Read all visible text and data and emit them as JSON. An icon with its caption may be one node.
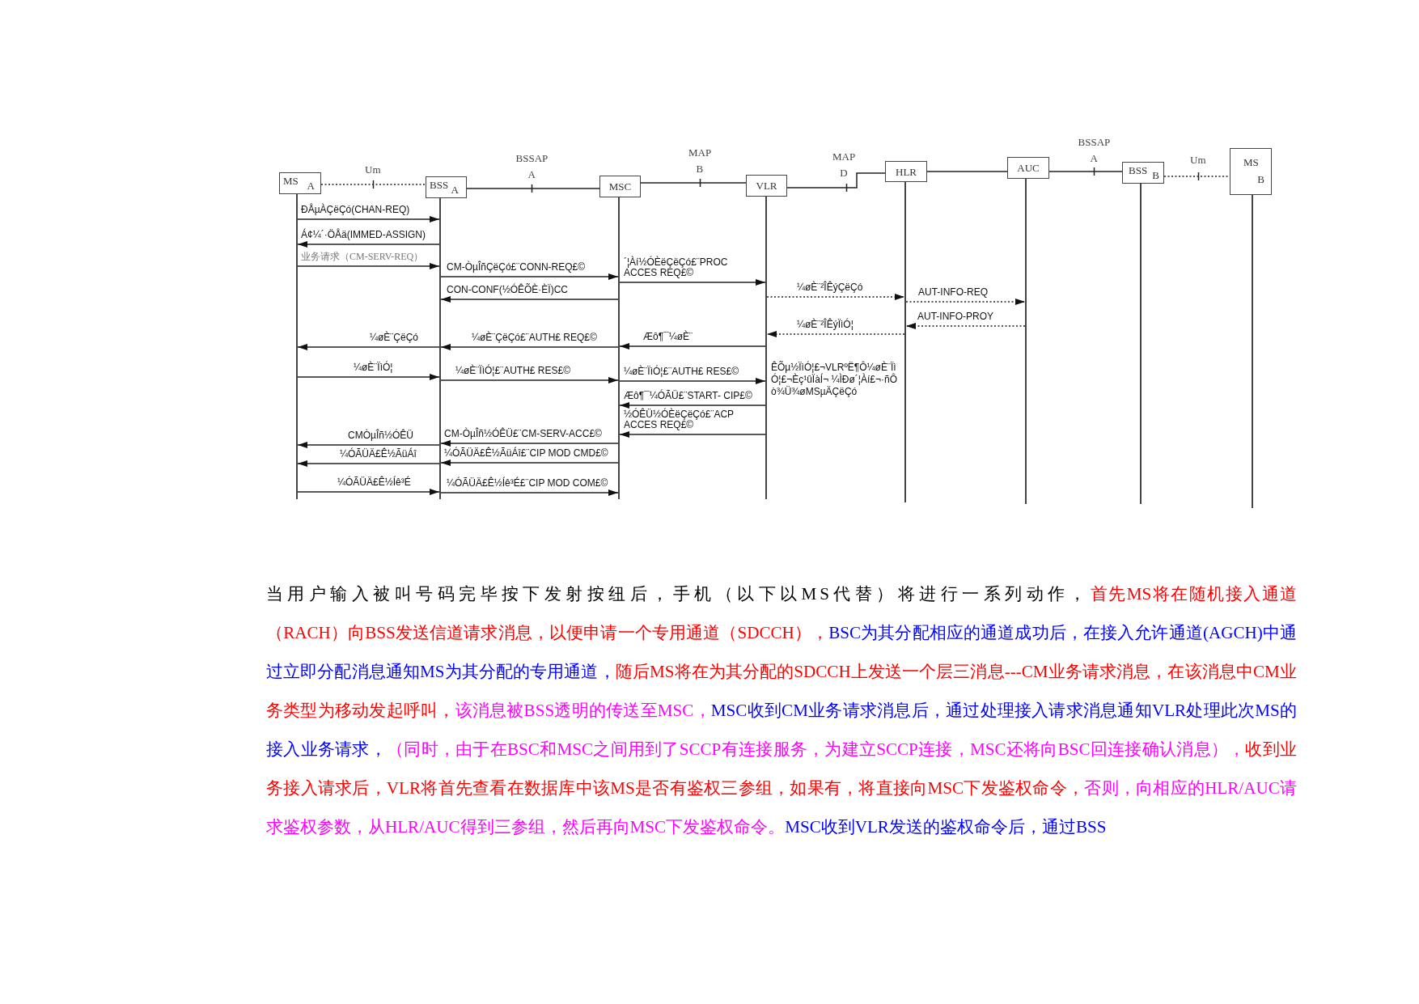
{
  "diagram": {
    "nodes": [
      {
        "text": [
          "MS",
          "A"
        ]
      },
      {
        "text": [
          "BSS",
          "A"
        ]
      },
      {
        "text": [
          "MSC"
        ]
      },
      {
        "text": [
          "VLR"
        ]
      },
      {
        "text": [
          "HLR"
        ]
      },
      {
        "text": [
          "AUC"
        ]
      },
      {
        "text": [
          "BSS",
          "B"
        ]
      },
      {
        "text": [
          "MS",
          "B"
        ]
      },
      {
        "text": [],
        "shape": "line"
      },
      {
        "text": [],
        "shape": "line"
      },
      {
        "text": [],
        "shape": "line"
      },
      {
        "text": [],
        "shape": "line"
      },
      {
        "text": [],
        "shape": "line"
      },
      {
        "text": [],
        "shape": "line"
      },
      {
        "text": [],
        "shape": "line"
      },
      {
        "text": [],
        "shape": "line"
      }
    ],
    "edges": [
      {
        "from": 0,
        "to": 1,
        "arrow": "none",
        "label": "Um",
        "style": "dashed"
      },
      {
        "from": 1,
        "to": 2,
        "arrow": "none",
        "label": "BSSAP A"
      },
      {
        "from": 2,
        "to": 3,
        "arrow": "none",
        "label": "MAP B"
      },
      {
        "from": 3,
        "to": 4,
        "arrow": "none",
        "label": "MAP D"
      },
      {
        "from": 4,
        "to": 5,
        "arrow": "none"
      },
      {
        "from": 5,
        "to": 6,
        "arrow": "none",
        "label": "BSSAP A"
      },
      {
        "from": 6,
        "to": 7,
        "arrow": "none",
        "label": "Um",
        "style": "dashed"
      },
      {
        "from": 8,
        "to": 9,
        "arrow": "to",
        "label": "ÐÅµÀÇëÇó(CHAN-REQ)"
      },
      {
        "from": 9,
        "to": 8,
        "arrow": "to",
        "label": "Á¢¼´·ÖÅä(IMMED-ASSIGN)"
      },
      {
        "from": 8,
        "to": 9,
        "arrow": "to",
        "label": "业务请求（CM-SERV-REQ）"
      },
      {
        "from": 9,
        "to": 10,
        "arrow": "to",
        "label": "CM-ÒµÎñÇëÇó£¨CONN-REQ£©"
      },
      {
        "from": 10,
        "to": 11,
        "arrow": "to",
        "label": "´¦Àí½ÓÈëÇëÇó£¨PROC ACCES REQ£©"
      },
      {
        "from": 11,
        "to": 12,
        "arrow": "to",
        "label": "¼øÈ¨²ÎÊýÇëÇó",
        "style": "dashed"
      },
      {
        "from": 10,
        "to": 9,
        "arrow": "to",
        "label": "CON-CONF(½ÓÊÕÈ·ÈÏ)CC"
      },
      {
        "from": 12,
        "to": 13,
        "arrow": "to",
        "label": "AUT-INFO-REQ",
        "style": "dashed"
      },
      {
        "from": 13,
        "to": 12,
        "arrow": "to",
        "label": "AUT-INFO-PROY",
        "style": "dashed"
      },
      {
        "from": 12,
        "to": 11,
        "arrow": "to",
        "label": "¼øÈ¨²ÎÊýÏìÓ¦",
        "style": "dashed"
      },
      {
        "from": 11,
        "to": 10,
        "arrow": "to",
        "label": "Æô¶¯¼øÈ¨"
      },
      {
        "from": 10,
        "to": 9,
        "arrow": "to",
        "label": "¼øÈ¨ÇëÇó£¨AUTH£ REQ£©"
      },
      {
        "from": 9,
        "to": 8,
        "arrow": "to",
        "label": "¼øÈ¨ÇëÇó"
      },
      {
        "from": 8,
        "to": 9,
        "arrow": "to",
        "label": "¼øÈ¨ÏìÓ¦"
      },
      {
        "from": 9,
        "to": 10,
        "arrow": "to",
        "label": "¼øÈ¨ÏìÓ¦£¨AUTH£ RES£©"
      },
      {
        "from": 10,
        "to": 11,
        "arrow": "to",
        "label": "¼øÈ¨ÏìÓ¦£¨AUTH£ RES£©"
      },
      {
        "from": 11,
        "to": 10,
        "arrow": "to",
        "label": "Æô¶¯¼ÓÃÜ£¨START- CIP£©"
      },
      {
        "from": 11,
        "to": 10,
        "arrow": "to",
        "label": "½ÓÊÜ½ÓÈëÇëÇó£¨ACP ACCES REQ£©"
      },
      {
        "from": 10,
        "to": 9,
        "arrow": "to",
        "label": "CM-ÒµÎñ½ÓÊÜ£¨CM-SERV-ACC£©"
      },
      {
        "from": 9,
        "to": 8,
        "arrow": "to",
        "label": "CMÒµÎñ½ÓÊÜ"
      },
      {
        "from": 10,
        "to": 9,
        "arrow": "to",
        "label": "¼ÓÃÜÄ£Ê½ÃüÁî£¨CIP MOD CMD£©"
      },
      {
        "from": 9,
        "to": 8,
        "arrow": "to",
        "label": "¼ÓÃÜÄ£Ê½ÃüÁî"
      },
      {
        "from": 8,
        "to": 9,
        "arrow": "to",
        "label": "¼ÓÃÜÄ£Ê½Íê³É"
      },
      {
        "from": 9,
        "to": 10,
        "arrow": "to",
        "label": "¼ÓÃÜÄ£Ê½Íê³É£¨CIP MOD COM£©"
      }
    ],
    "labels": [
      "ÊÕµ½ÏìÓ¦£¬VLRºË¶Ô¼øÈ¨ÏìÓ¦£¬Èç¹ûÏàÍ¬ ¼ÌÐø´¦Àí£¬·ñÔò¾Ü¾øMSµÄÇëÇó",
      "当用户输入被叫号码完毕按下发射按纽后，手机（以下以MS代替）将进行一系列动作，",
      "首先MS将在随机接入通道（RACH）向BSS发送信道请求消息，以便申请一个专用通道（SDCCH），",
      "BSC为其分配相应的通道成功后，在接入允许通道(AGCH)中通过立即分配消息通知MS为其分配的专用通道，",
      "随后MS将在为其分配的SDCCH上发送一个层三消息---CM业务请求消息，在该消息中CM业务类型为移动发起呼叫，",
      "该消息被BSS透明的传送至MSC，",
      "MSC收到CM业务请求消息后，通过处理接入请求消息通知VLR处理此次MS的接入业务请求，",
      "（同时，由于在BSC和MSC之间用到了SCCP有连接服务，为建立SCCP连接，MSC还将向BSC回连接确认消息），",
      "收到业务接入请求后，VLR将首先查看在数据库中该MS是否有鉴权三参组，如果有，将直接向MSC下发鉴权命令，",
      "否则，向相应的HLR/AUC请求鉴权参数，从HLR/AUC得到三参组，然后再向MSC下发鉴权命令。",
      "MSC收到VLR发送的鉴权命令后，通过BSS"
    ]
  }
}
